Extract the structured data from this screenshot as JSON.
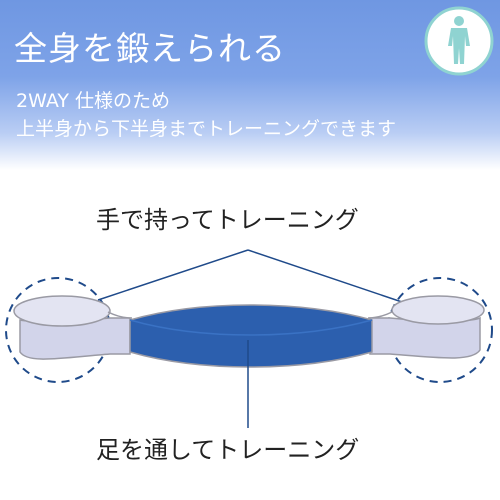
{
  "header": {
    "headline": "全身を鍛えられる",
    "subline_1": "2WAY 仕様のため",
    "subline_2": "上半身から下半身までトレーニングできます"
  },
  "icons": {
    "body": "person-silhouette-icon"
  },
  "diagram": {
    "label_hands": "手で持ってトレーニング",
    "label_feet": "足を通してトレーニング"
  },
  "colors": {
    "header_blue": "#6f97e2",
    "band_blue": "#2c5fae",
    "loop_gray": "#d2d4ea",
    "icon_teal": "#8fd3d1",
    "dashed_navy": "#1f4a8a"
  }
}
